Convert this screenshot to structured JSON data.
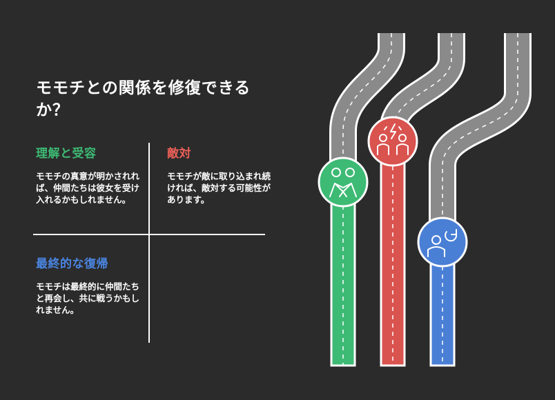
{
  "title": "モモチとの関係を修復できるか？",
  "colors": {
    "background": "#2b2b2b",
    "road": "#8a8a8a",
    "green": "#3dba74",
    "red": "#d9534f",
    "blue": "#4a7fd6"
  },
  "outcomes": [
    {
      "heading": "理解と受容",
      "text": "モモチの真意が明かされれば、仲間たちは彼女を受け入れるかもしれません。",
      "color": "#3dba74",
      "icon": "reconcile-people-icon"
    },
    {
      "heading": "敵対",
      "text": "モモチが敵に取り込まれ続ければ、敵対する可能性があります。",
      "color": "#ee6058",
      "icon": "conflict-people-icon"
    },
    {
      "heading": "最終的な復帰",
      "text": "モモチは最終的に仲間たちと再会し、共に戦うかもしれません。",
      "color": "#4a84e0",
      "icon": "return-person-icon"
    }
  ]
}
